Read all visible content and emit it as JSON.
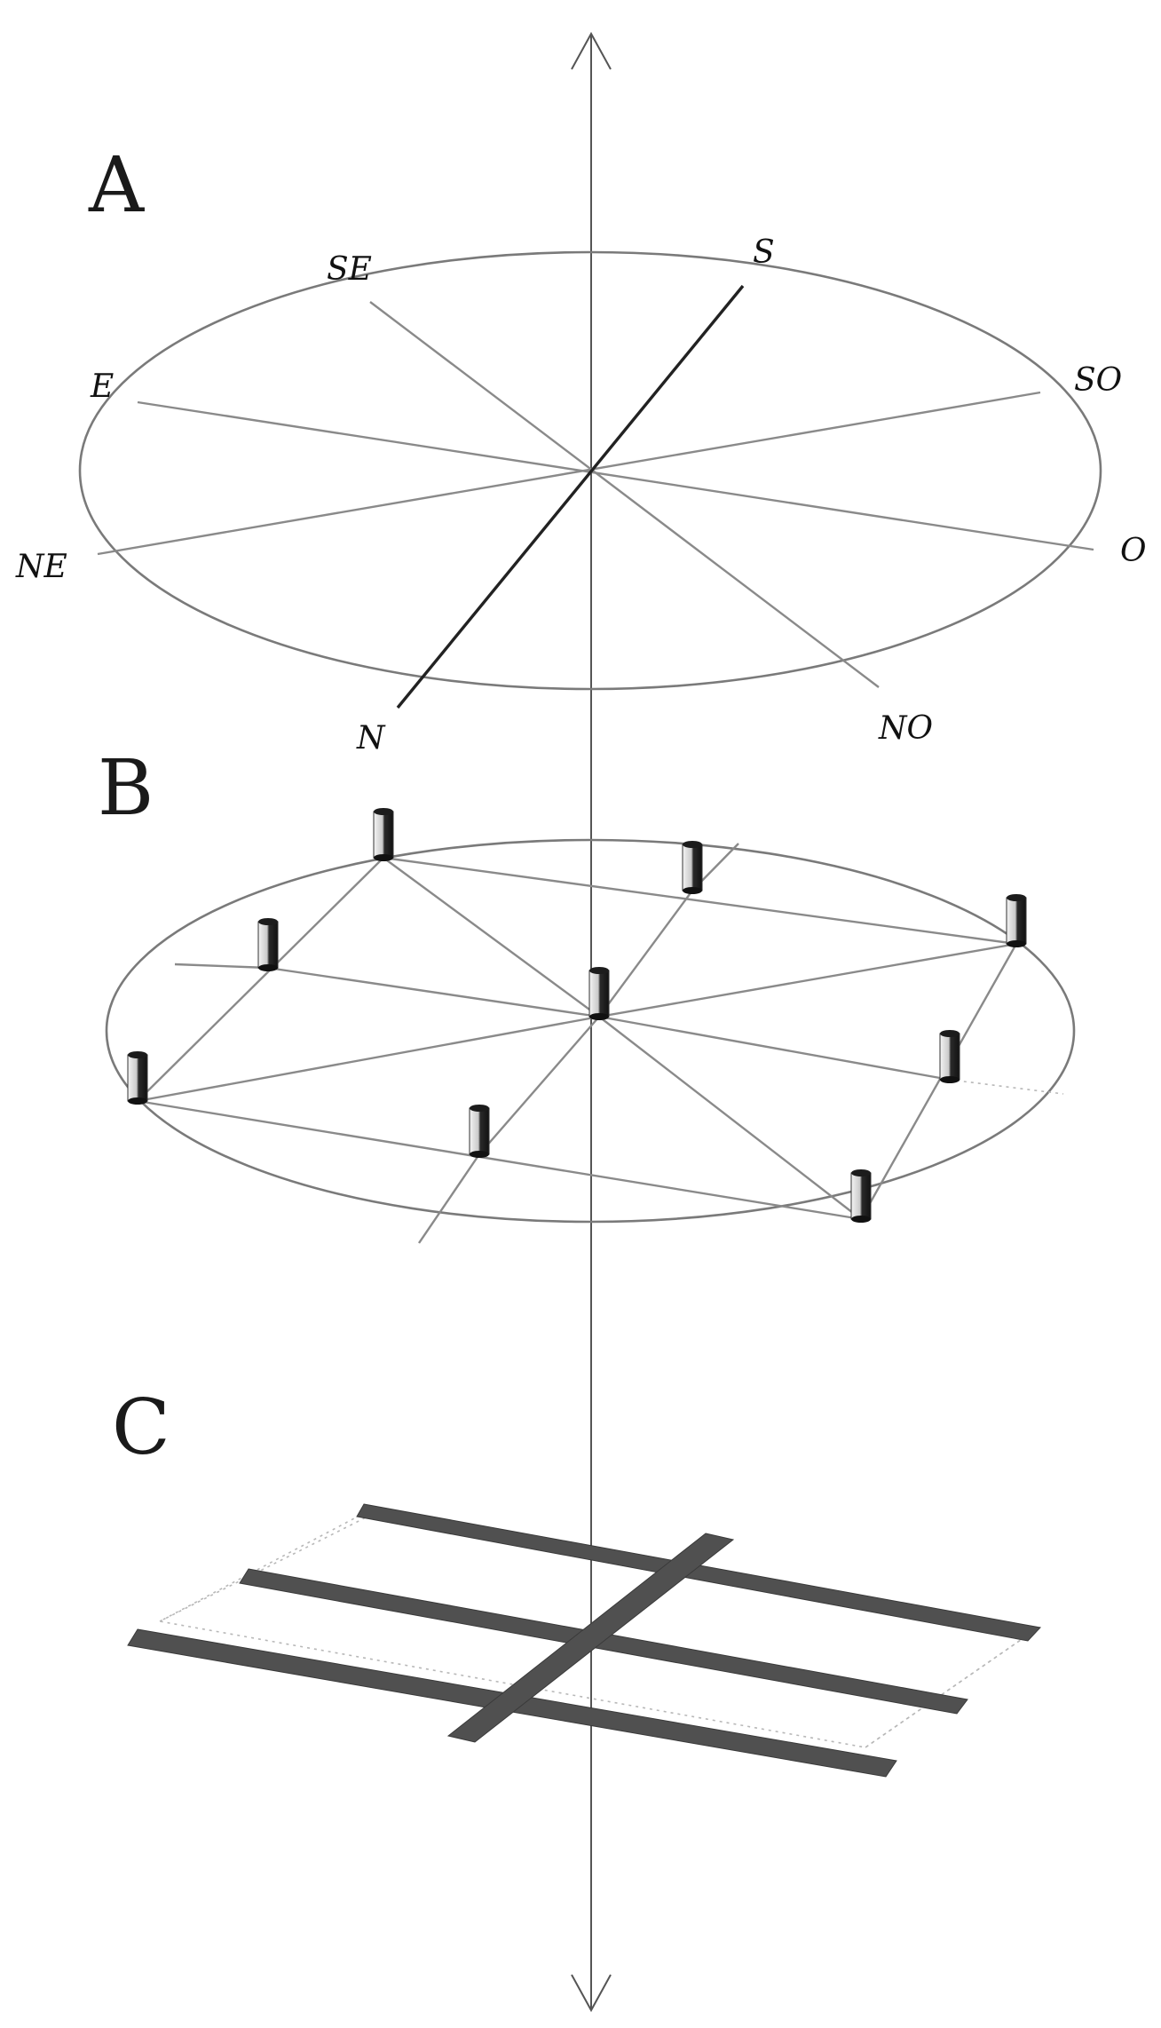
{
  "panels": [
    {
      "letter": "A"
    },
    {
      "letter": "B"
    },
    {
      "letter": "C"
    }
  ],
  "directions": [
    "N",
    "NE",
    "E",
    "SE",
    "S",
    "SO",
    "O",
    "NO"
  ],
  "colors": {
    "background": "#ffffff",
    "lines": "#8a8a8a",
    "north_south_line": "#222222",
    "roads": "#505050",
    "columns_dark": "#1c1c1c",
    "columns_light": "#d8d8d8"
  },
  "panel_b_columns": 9,
  "panel_c_roads": {
    "transverse": 3,
    "longitudinal": 1
  }
}
